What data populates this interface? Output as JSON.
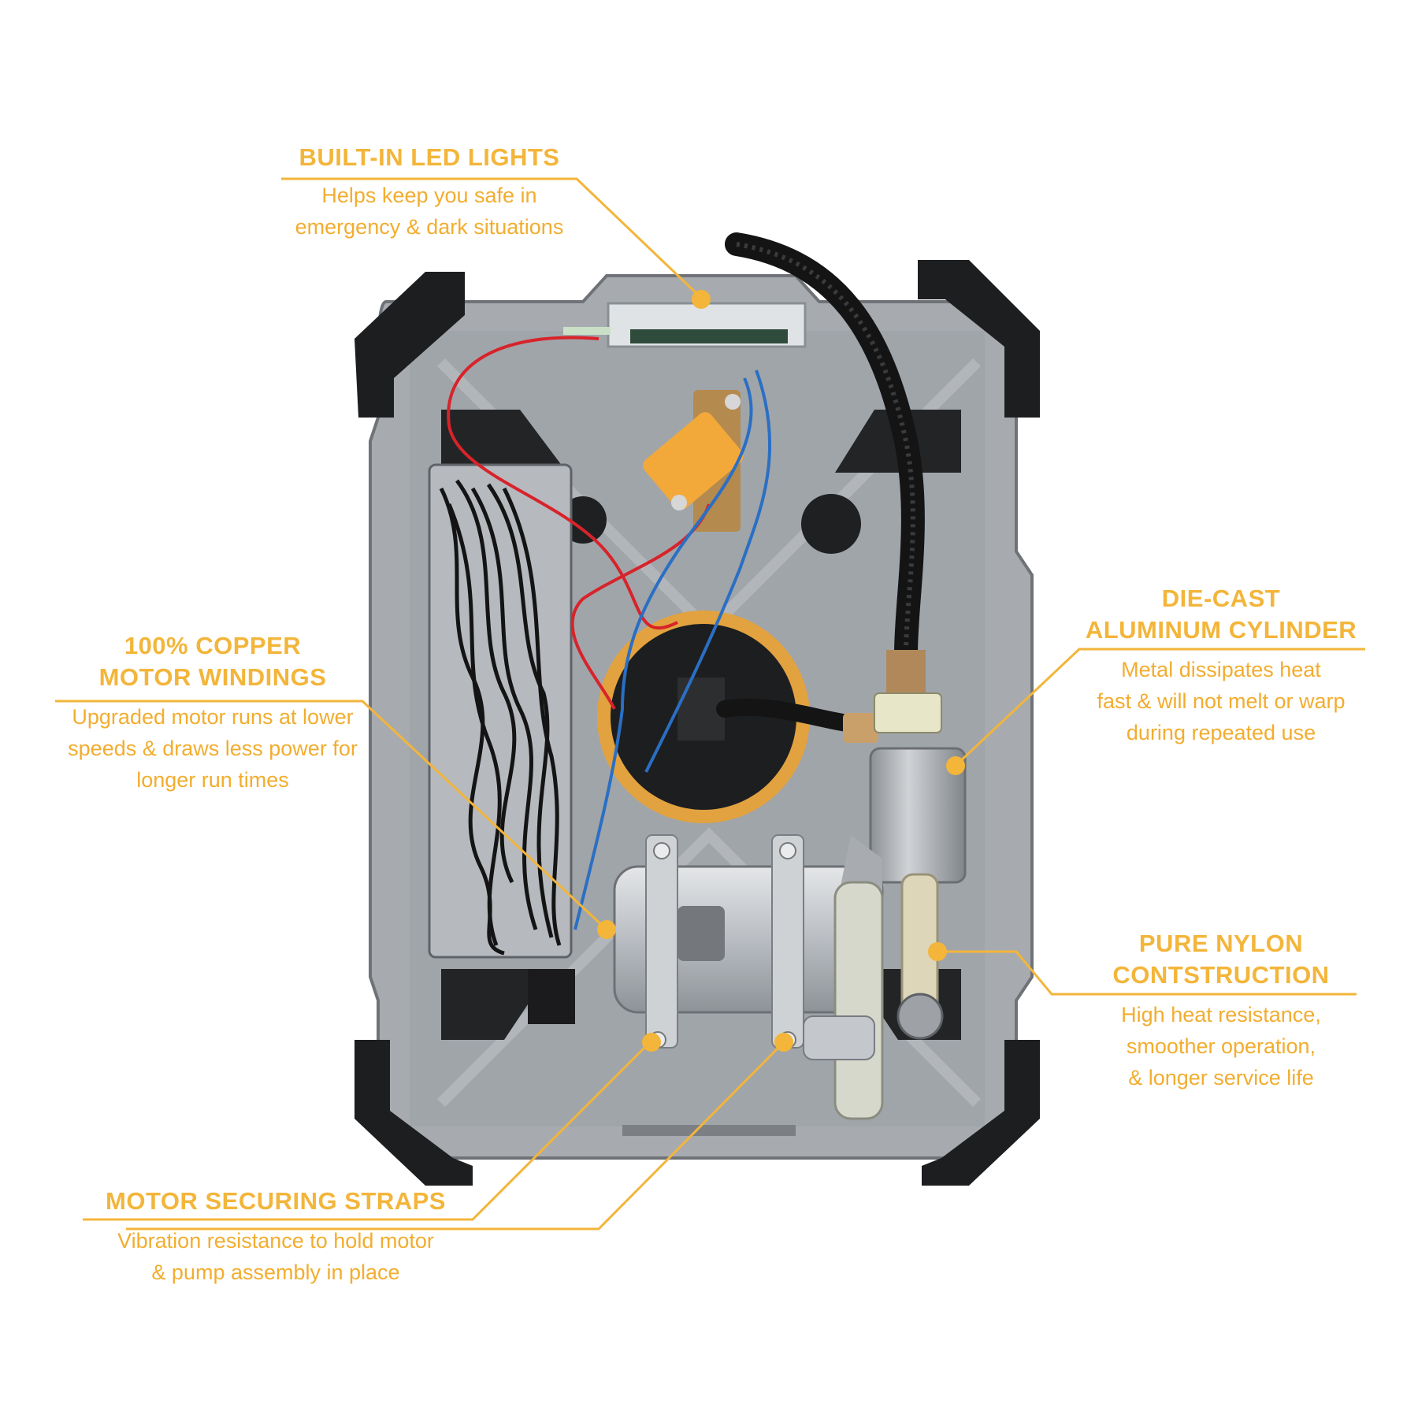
{
  "colors": {
    "accent": "#f3b53a",
    "housing": "#9ea3a8",
    "bumper": "#1d1e20",
    "motor": "#c9ccd0",
    "wire_red": "#d8232a",
    "wire_blue": "#2a6fc4"
  },
  "callouts": {
    "led": {
      "heading": "BUILT-IN LED LIGHTS",
      "desc": [
        "Helps keep you safe in",
        "emergency & dark situations"
      ]
    },
    "copper": {
      "heading": [
        "100% COPPER",
        "MOTOR WINDINGS"
      ],
      "desc": [
        "Upgraded motor runs at lower",
        "speeds & draws less power for",
        "longer run times"
      ]
    },
    "cylinder": {
      "heading": [
        "DIE-CAST",
        "ALUMINUM CYLINDER"
      ],
      "desc": [
        "Metal dissipates heat",
        "fast & will not melt or warp",
        "during repeated use"
      ]
    },
    "nylon": {
      "heading": [
        "PURE NYLON",
        "CONTSTRUCTION"
      ],
      "desc": [
        "High heat resistance,",
        "smoother operation,",
        "& longer service life"
      ]
    },
    "straps": {
      "heading": "MOTOR SECURING STRAPS",
      "desc": [
        "Vibration resistance to hold motor",
        "& pump assembly in place"
      ]
    }
  }
}
